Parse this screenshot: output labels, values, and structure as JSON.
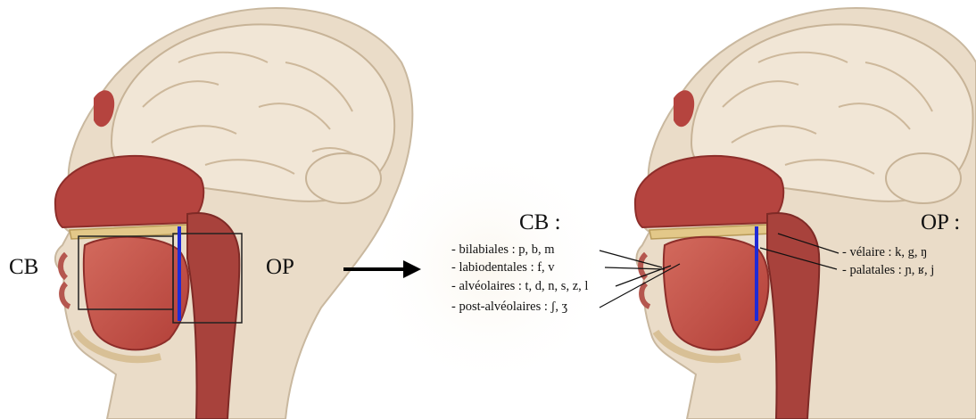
{
  "left_panel": {
    "label_cb": "CB",
    "label_op": "OP"
  },
  "right_panel": {
    "cb_heading": "CB :",
    "op_heading": "OP :",
    "cb_items": [
      "- bilabiales : p, b, m",
      "- labiodentales : f, v",
      "- alvéolaires : t, d, n, s, z, l",
      "- post-alvéolaires : ʃ, ʒ"
    ],
    "op_items": [
      "- vélaire : k, g, ŋ",
      "- palatales : ɲ, ʁ, j"
    ]
  },
  "colors": {
    "skin": "#eadcc8",
    "skin_outline": "#c9b89f",
    "brain": "#f1e6d6",
    "tissue_red": "#b5443f",
    "muscle_red": "#c9544b",
    "divider_blue": "#1f2ad6",
    "bone": "#e3c889"
  }
}
